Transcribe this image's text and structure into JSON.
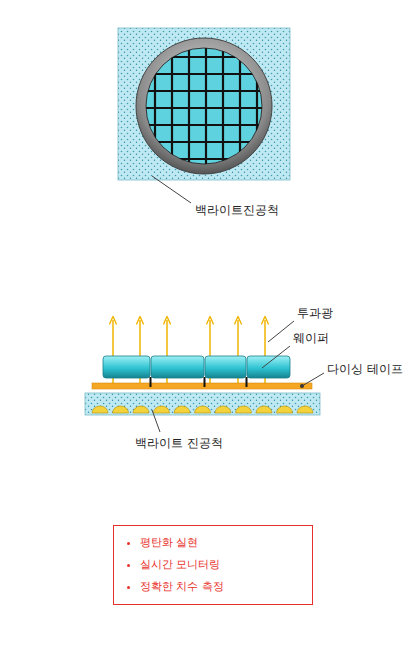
{
  "diagram": {
    "nodes": [
      {
        "text": [
          "평탄화 실현",
          "실시간 모니터링",
          "정확한 치수 측정"
        ]
      }
    ],
    "labels": [
      "백라이트진공척",
      "투과광",
      "웨이퍼",
      "다이싱 테이프",
      "백라이트 진공척"
    ]
  }
}
